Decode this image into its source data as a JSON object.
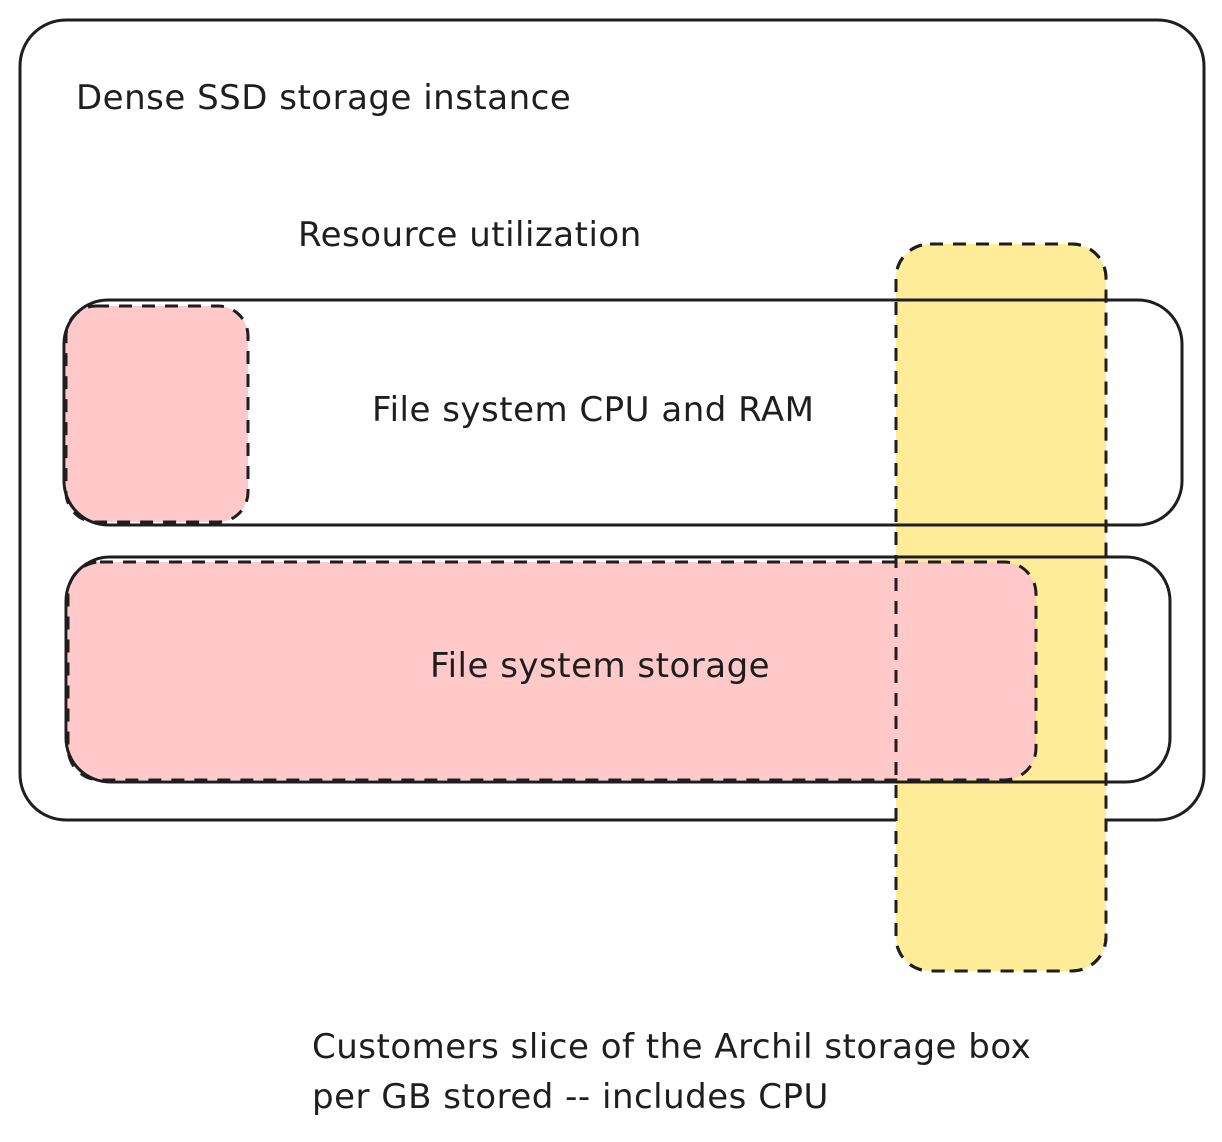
{
  "diagram": {
    "title": "Dense SSD storage instance",
    "subtitle": "Resource utilization",
    "rows": [
      {
        "label": "File system CPU and RAM"
      },
      {
        "label": "File system storage"
      }
    ],
    "caption_lines": [
      "Customers slice of the Archil storage box",
      "per GB stored -- includes CPU"
    ],
    "colors": {
      "stroke": "#1e1e1e",
      "highlight_pink": "#ffc9c9",
      "highlight_yellow": "#ffec99"
    }
  }
}
